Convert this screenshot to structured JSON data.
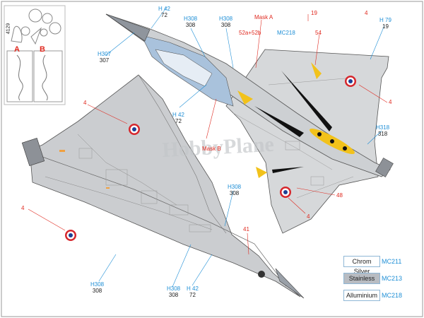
{
  "sheet": {
    "mask_panel": {
      "part_number": "4129",
      "letter_a": "A",
      "letter_b": "B"
    },
    "watermark": "HobbyPlane",
    "callouts": {
      "h42_top": [
        "H 42",
        "72"
      ],
      "h308_top_a": [
        "H308",
        "308"
      ],
      "h308_top_b": [
        "H308",
        "308"
      ],
      "h307": [
        "H307",
        "307"
      ],
      "h42_mid": [
        "H 42",
        "72"
      ],
      "h79": [
        "H 79",
        "19"
      ],
      "h318": [
        "H318",
        "318"
      ],
      "h308_mid": [
        "H308",
        "308"
      ],
      "h308_bl": [
        "H308",
        "308"
      ],
      "h308_bm": [
        "H308",
        "308"
      ],
      "h42_bm": [
        "H 42",
        "72"
      ],
      "mask_a": "Mask A",
      "mask_b": "Mask B",
      "part_52": "52a+52b",
      "mc218_top": "MC218",
      "red_54": "54",
      "red_19": "19",
      "red_4_top": "4",
      "red_4_right": "4",
      "red_4_left_top": "4",
      "red_4_left_mid": "4",
      "red_4_bottom": "4",
      "red_48": "48",
      "red_41": "41"
    },
    "legend": [
      {
        "name": "Chrom Silver",
        "code": "MC211",
        "swatch": "#ffffff"
      },
      {
        "name": "Stainless",
        "code": "MC213",
        "swatch": "#b8bcc2"
      },
      {
        "name": "Alluminium",
        "code": "MC218",
        "swatch": "#ffffff"
      }
    ],
    "colors": {
      "airframe": "#c9cbce",
      "canopy": "#a9c2dc",
      "roundel_blue": "#1d3f95",
      "roundel_red": "#d6262c",
      "callout_blue": "#1f8fd6",
      "callout_red": "#e02a20",
      "tiger_yellow": "#f2c21b"
    }
  }
}
